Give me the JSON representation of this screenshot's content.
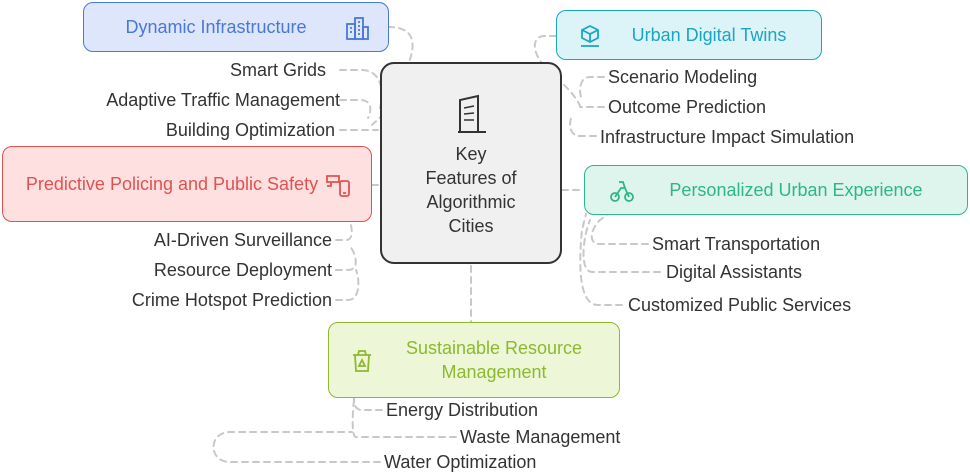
{
  "center": {
    "title": "Key\nFeatures of\nAlgorithmic\nCities",
    "icon": "document-icon"
  },
  "colors": {
    "blue": "#4a78d6",
    "blue_fill": "#dde6fb",
    "cyan": "#1aa6c2",
    "cyan_fill": "#dcf4f8",
    "red": "#e0524f",
    "red_fill": "#fde0df",
    "green": "#2fb58a",
    "green_fill": "#ddf5ec",
    "lime": "#8cb92f",
    "lime_fill": "#eef6d8",
    "connector": "#c8c8c8",
    "text": "#333333"
  },
  "branches": {
    "dynamic_infrastructure": {
      "label": "Dynamic Infrastructure",
      "icon": "buildings-icon",
      "items": [
        "Smart Grids",
        "Adaptive Traffic Management",
        "Building Optimization"
      ]
    },
    "urban_digital_twins": {
      "label": "Urban Digital Twins",
      "icon": "hologram-icon",
      "items": [
        "Scenario Modeling",
        "Outcome Prediction",
        "Infrastructure Impact Simulation"
      ]
    },
    "predictive_policing": {
      "label": "Predictive Policing and Public Safety",
      "icon": "camera-phone-icon",
      "items": [
        "AI-Driven Surveillance",
        "Resource Deployment",
        "Crime Hotspot Prediction"
      ]
    },
    "personalized_experience": {
      "label": "Personalized Urban Experience",
      "icon": "scooter-icon",
      "items": [
        "Smart Transportation",
        "Digital Assistants",
        "Customized Public Services"
      ]
    },
    "sustainable_resources": {
      "label": "Sustainable Resource Management",
      "icon": "recycle-bin-icon",
      "items": [
        "Energy Distribution",
        "Waste Management",
        "Water Optimization"
      ]
    }
  }
}
